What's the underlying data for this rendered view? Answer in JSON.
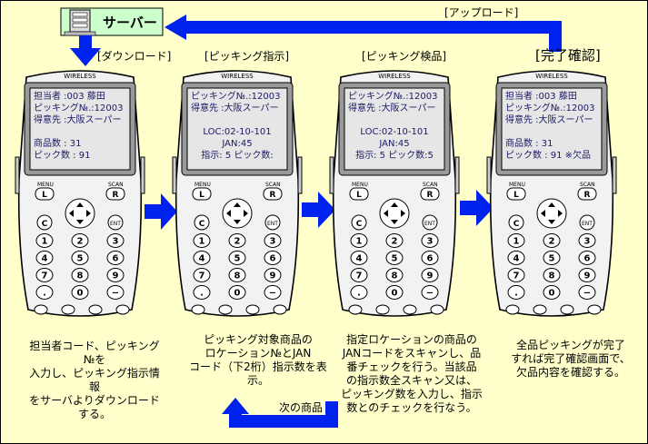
{
  "server": {
    "label": "サーバー"
  },
  "arrows": {
    "upload": "[アップロード]",
    "next": "次の商品"
  },
  "steps": [
    {
      "heading": "[ダウンロード]",
      "screen": [
        "担当者 :003 藤田",
        "ピッキング№.:12003",
        "得意先 :大阪スーパー",
        "",
        "商品数 : 31",
        "ピック数 : 91"
      ],
      "desc": [
        "担当者コード、ピッキング№を",
        "入力し、ピッキング指示情報",
        "をサーバよりダウンロード",
        "する。"
      ]
    },
    {
      "heading": "[ピッキング指示]",
      "screen": [
        "ピッキング№.:12003",
        "得意先 :大阪スーパー",
        "",
        "LOC:02-10-101",
        "JAN:45",
        "指示: 5 ピック数:"
      ],
      "desc": [
        "ピッキング対象商品の",
        "ロケーション№とJAN",
        "コード（下2桁）指示数を表示。"
      ]
    },
    {
      "heading": "[ピッキング検品]",
      "screen": [
        "ピッキング№.:12003",
        "得意先 :大阪スーパー",
        "",
        "LOC:02-10-101",
        "JAN:45",
        "指示: 5 ピック数:5"
      ],
      "desc": [
        "指定ロケーションの商品の",
        "JANコードをスキャンし、品",
        "番チェックを行う。当該品",
        "の指示数全スキャン又は、",
        "ピッキング数を入力し、指示",
        "数とのチェックを行なう。"
      ]
    },
    {
      "heading": "[完了確認]",
      "screen": [
        "担当者 :003 藤田",
        "ピッキング№.:12003",
        "得意先 :大阪スーパー",
        "",
        "商品数 : 31",
        "ピック数 : 91 ※欠品"
      ],
      "desc": [
        "全品ピッキングが完了",
        "すれば完了確認画面で、",
        "欠品内容を確認する。"
      ]
    }
  ],
  "device": {
    "brand": "WIRELESS",
    "key_menu": "MENU",
    "key_scan": "SCAN",
    "key_l": "L",
    "key_r": "R",
    "key_c": "C",
    "key_ent": "ENT",
    "keys": [
      "1",
      "2",
      "3",
      "4",
      "5",
      "6",
      "7",
      "8",
      "9",
      ".",
      "0",
      "−"
    ]
  },
  "colors": {
    "background": "#ffffcc",
    "arrow": "#0022ee",
    "server_box": "#ccffcc",
    "screen": "#e6e6e6"
  }
}
